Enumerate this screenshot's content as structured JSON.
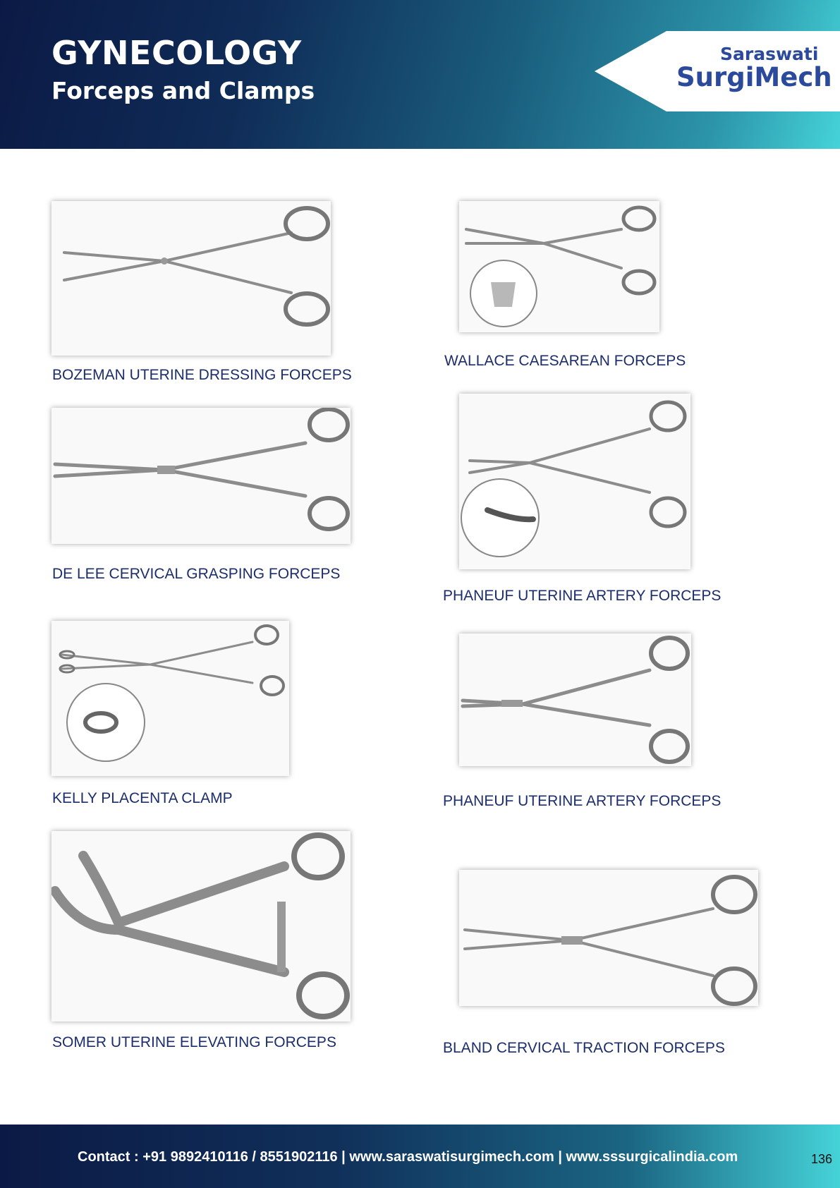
{
  "header": {
    "title": "GYNECOLOGY",
    "subtitle": "Forceps and Clamps"
  },
  "logo": {
    "line1": "Saraswati",
    "line2": "SurgiMech"
  },
  "products": [
    {
      "caption": "BOZEMAN UTERINE DRESSING FORCEPS"
    },
    {
      "caption": "WALLACE CAESAREAN FORCEPS"
    },
    {
      "caption": "DE LEE CERVICAL GRASPING FORCEPS"
    },
    {
      "caption": "PHANEUF UTERINE ARTERY FORCEPS"
    },
    {
      "caption": "KELLY PLACENTA CLAMP"
    },
    {
      "caption": "PHANEUF UTERINE ARTERY FORCEPS"
    },
    {
      "caption": "SOMER UTERINE ELEVATING FORCEPS"
    },
    {
      "caption": "BLAND CERVICAL TRACTION FORCEPS"
    }
  ],
  "footer": {
    "contact": "Contact : +91 9892410116 / 8551902116 | www.saraswatisurgimech.com | www.sssurgicalindia.com",
    "page_number": "136"
  },
  "colors": {
    "header_dark": "#0b1a45",
    "header_teal": "#45d3d8",
    "caption_text": "#1c2d6b",
    "logo_blue": "#2b4a9b"
  }
}
